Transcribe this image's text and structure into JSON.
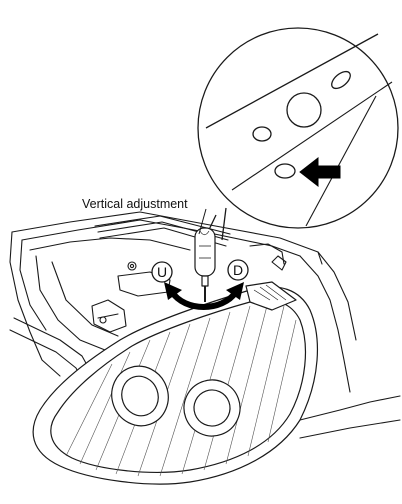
{
  "diagram": {
    "callout_label": "Vertical adjustment",
    "direction_up_label": "U",
    "direction_down_label": "D",
    "arrow_icon": "black-arrow-pointing-left",
    "line_color": "#1a1a1a",
    "fill_color": "#ffffff"
  }
}
